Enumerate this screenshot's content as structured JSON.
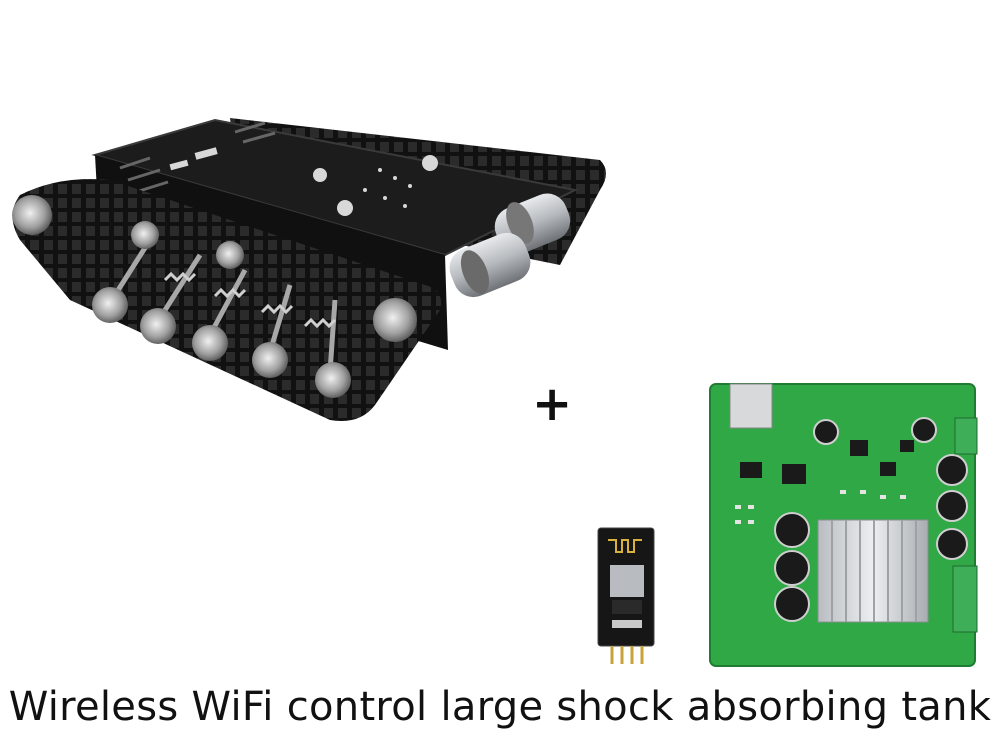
{
  "caption": "Wireless WiFi control large shock absorbing tank",
  "connector_symbol": "+",
  "colors": {
    "background": "#ffffff",
    "chassis": "#151515",
    "track": "#1a1a1a",
    "pcb": "#2fa845",
    "heatsink": "#cfd3d6",
    "motor": "#b8bcc0",
    "wifi_module": "#1b1b1b"
  },
  "icons": [
    "tank-chassis-illustration",
    "motor-driver-board-illustration",
    "wifi-module-illustration"
  ]
}
